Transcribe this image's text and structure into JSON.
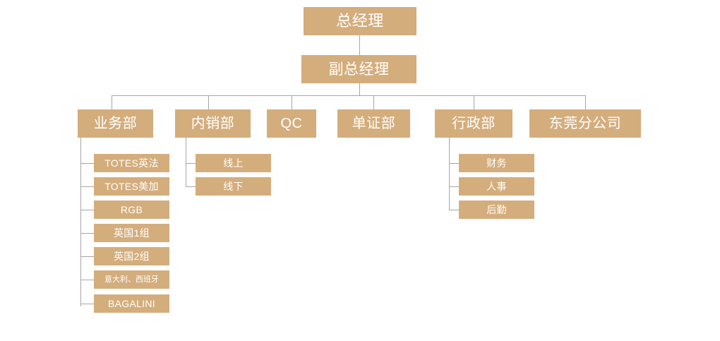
{
  "theme": {
    "box_fill": "#d4ad7c",
    "box_text": "#ffffff",
    "connector": "#a6a6a6",
    "background": "#ffffff"
  },
  "chart": {
    "type": "org-chart",
    "title": "",
    "levels": 4,
    "root": {
      "label": "总经理",
      "level": 1
    },
    "deputy": {
      "label": "副总经理",
      "level": 2
    },
    "departments": [
      {
        "label": "业务部",
        "level": 3,
        "children": [
          {
            "label": "TOTES英法"
          },
          {
            "label": "TOTES美加"
          },
          {
            "label": "RGB"
          },
          {
            "label": "英国1组"
          },
          {
            "label": "英国2组"
          },
          {
            "label": "意大利、西班牙"
          },
          {
            "label": "BAGALINI"
          }
        ]
      },
      {
        "label": "内销部",
        "level": 3,
        "children": [
          {
            "label": "线上"
          },
          {
            "label": "线下"
          }
        ]
      },
      {
        "label": "QC",
        "level": 3,
        "children": []
      },
      {
        "label": "单证部",
        "level": 3,
        "children": []
      },
      {
        "label": "行政部",
        "level": 3,
        "children": [
          {
            "label": "财务"
          },
          {
            "label": "人事"
          },
          {
            "label": "后勤"
          }
        ]
      },
      {
        "label": "东莞分公司",
        "level": 3,
        "children": []
      }
    ]
  }
}
